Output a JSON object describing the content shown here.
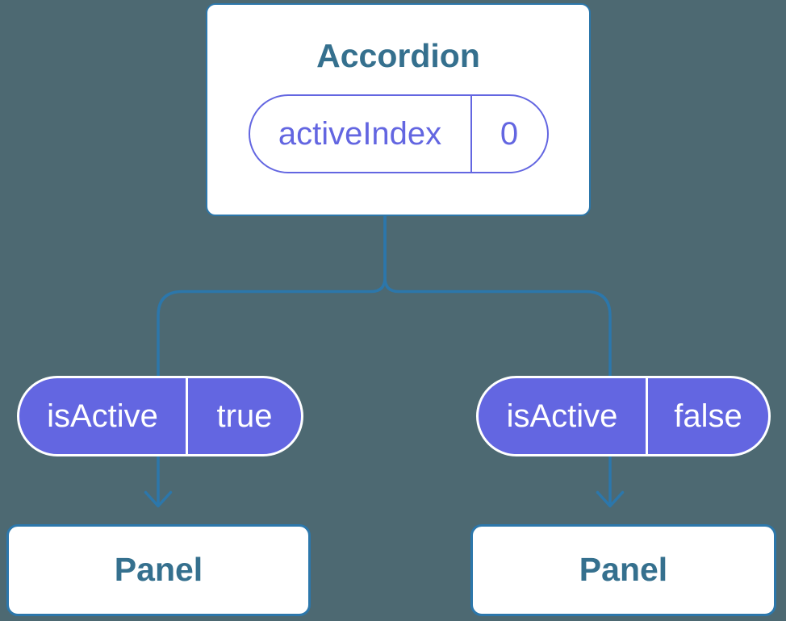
{
  "background_color": "#4D6972",
  "accent_colors": {
    "connector_blue": "#2C77AB",
    "node_title_blue": "#35708E",
    "pill_purple": "#6366E1",
    "pill_text_white": "#FFFFFF"
  },
  "tree": {
    "root": {
      "title": "Accordion",
      "state_pill": {
        "label": "activeIndex",
        "value": "0"
      }
    },
    "children": [
      {
        "pill": {
          "label": "isActive",
          "value": "true"
        },
        "title": "Panel"
      },
      {
        "pill": {
          "label": "isActive",
          "value": "false"
        },
        "title": "Panel"
      }
    ]
  }
}
